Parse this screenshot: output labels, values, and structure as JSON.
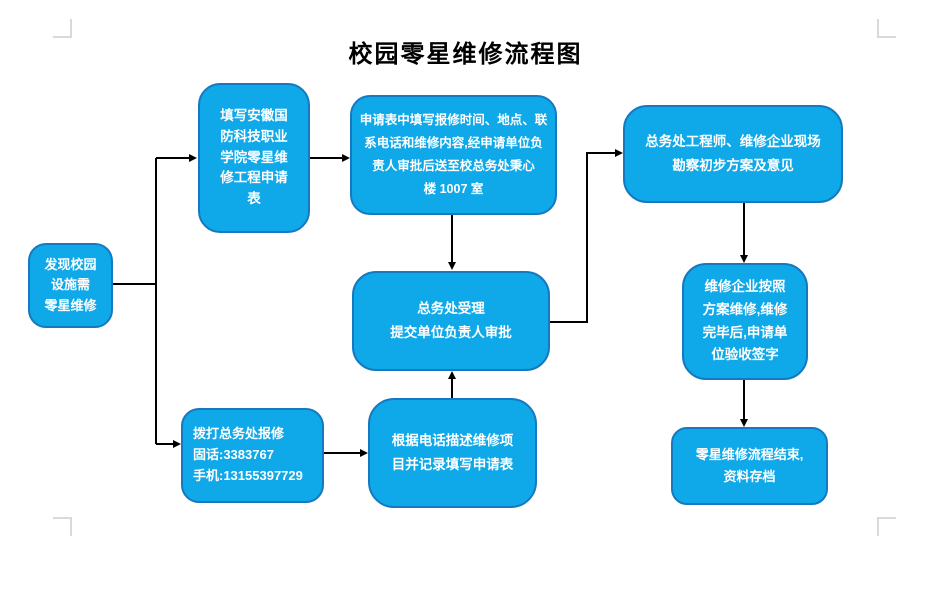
{
  "page": {
    "title": "校园零星维修流程图"
  },
  "theme": {
    "background": "#ffffff",
    "box_fill": "#0fa8e8",
    "box_border": "#1579c0",
    "box_text": "#ffffff",
    "arrow_color": "#000000",
    "mark_color": "#d9d9d9",
    "title_color": "#000000"
  },
  "flowchart": {
    "nodes": {
      "start": {
        "label": "发现校园\n设施需\n零星维修"
      },
      "fill_form": {
        "label": "填写安徽国\n防科技职业\n学院零星维\n修工程申请\n表"
      },
      "form_detail": {
        "label": "申请表中填写报修时间、地点、联\n系电话和维修内容,经申请单位负\n责人审批后送至校总务处秉心\n楼 1007 室"
      },
      "survey": {
        "label": "总务处工程师、维修企业现场\n勘察初步方案及意见"
      },
      "accept": {
        "label": "总务处受理\n提交单位负责人审批"
      },
      "repair": {
        "label": "维修企业按照\n方案维修,维修\n完毕后,申请单\n位验收签字"
      },
      "phone": {
        "label": "拨打总务处报修\n固话:3383767\n手机:13155397729"
      },
      "record": {
        "label": "根据电话描述维修项\n目并记录填写申请表"
      },
      "end": {
        "label": "零星维修流程结束,\n资料存档"
      }
    }
  }
}
